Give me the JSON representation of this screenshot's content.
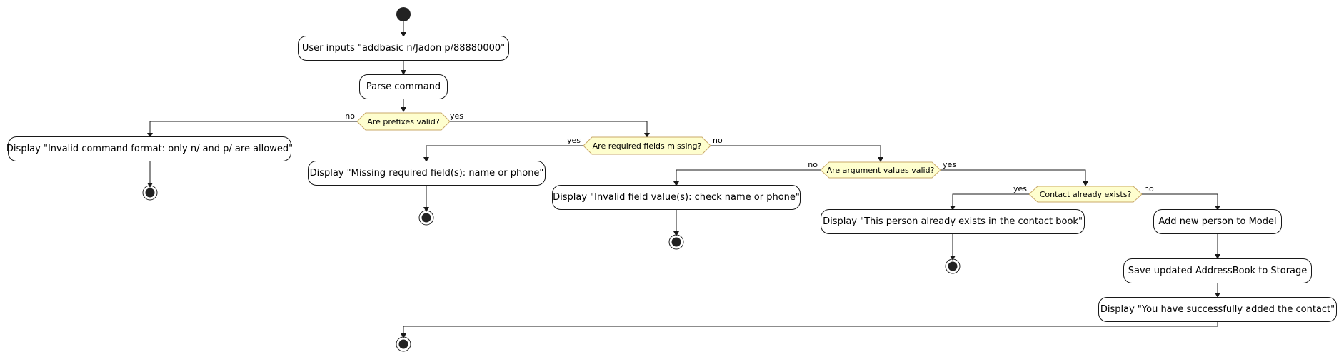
{
  "activities": {
    "user_input": "User inputs \"addbasic n/Jadon p/88880000\"",
    "parse": "Parse command",
    "invalid_format": "Display \"Invalid command format: only n/ and p/ are allowed\"",
    "missing_fields": "Display \"Missing required field(s): name or phone\"",
    "invalid_values": "Display \"Invalid field value(s): check name or phone\"",
    "duplicate": "Display \"This person already exists in the contact book\"",
    "add_person": "Add new person to Model",
    "save": "Save updated AddressBook to Storage",
    "success": "Display \"You have successfully added the contact\""
  },
  "decisions": {
    "prefixes": {
      "question": "Are prefixes valid?",
      "left": "no",
      "right": "yes"
    },
    "required": {
      "question": "Are required fields missing?",
      "left": "yes",
      "right": "no"
    },
    "values": {
      "question": "Are argument values valid?",
      "left": "no",
      "right": "yes"
    },
    "exists": {
      "question": "Contact already exists?",
      "left": "yes",
      "right": "no"
    }
  },
  "colors": {
    "line": "#181818",
    "decision_fill": "#fefece",
    "decision_border": "#c9a968",
    "node_fill": "#ffffff"
  }
}
